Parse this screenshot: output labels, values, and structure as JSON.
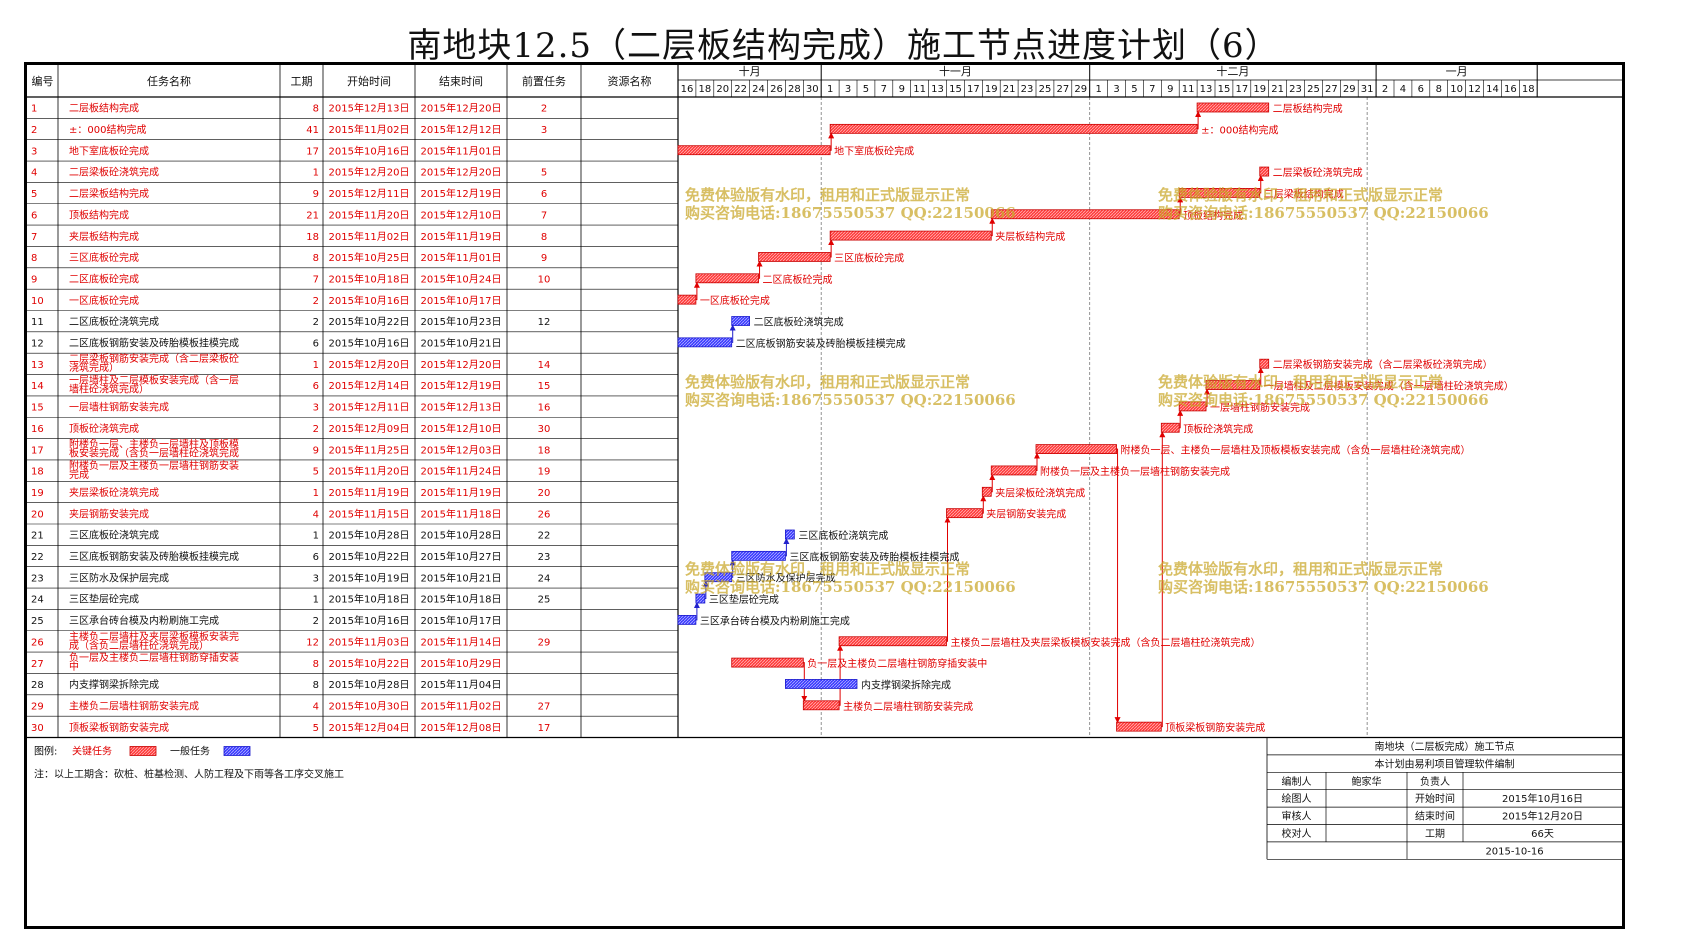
{
  "title": "南地块12.5（二层板结构完成）施工节点进度计划（6）",
  "colors": {
    "critical": "#ff3b3b",
    "general": "#3333ff",
    "text_critical": "#e00000",
    "text_general": "#111111"
  },
  "table": {
    "headers": {
      "id": "编号",
      "name": "任务名称",
      "duration": "工期",
      "start": "开始时间",
      "end": "结束时间",
      "pred": "前置任务",
      "resource": "资源名称"
    }
  },
  "timeline": {
    "months": [
      {
        "label": "十月",
        "days": [
          "16",
          "18",
          "20",
          "22",
          "24",
          "26",
          "28",
          "30"
        ]
      },
      {
        "label": "十一月",
        "days": [
          "1",
          "3",
          "5",
          "7",
          "9",
          "11",
          "13",
          "15",
          "17",
          "19",
          "21",
          "23",
          "25",
          "27",
          "29"
        ]
      },
      {
        "label": "十二月",
        "days": [
          "1",
          "3",
          "5",
          "7",
          "9",
          "11",
          "13",
          "15",
          "17",
          "19",
          "21",
          "23",
          "25",
          "27",
          "29",
          "31"
        ]
      },
      {
        "label": "一月",
        "days": [
          "2",
          "4",
          "6",
          "8",
          "10",
          "12",
          "14",
          "16",
          "18"
        ]
      }
    ]
  },
  "chart_data": {
    "type": "gantt",
    "x_start": "2015-10-16",
    "x_end": "2016-01-19",
    "tasks": [
      {
        "id": "1",
        "name": "二层板结构完成",
        "duration": "8",
        "start": "2015年12月13日",
        "end": "2015年12月20日",
        "pred": "2",
        "critical": true,
        "s": "2015-12-13",
        "e": "2015-12-20"
      },
      {
        "id": "2",
        "name": "±：000结构完成",
        "duration": "41",
        "start": "2015年11月02日",
        "end": "2015年12月12日",
        "pred": "3",
        "critical": true,
        "s": "2015-11-02",
        "e": "2015-12-12"
      },
      {
        "id": "3",
        "name": "地下室底板砼完成",
        "duration": "17",
        "start": "2015年10月16日",
        "end": "2015年11月01日",
        "pred": "",
        "critical": true,
        "s": "2015-10-16",
        "e": "2015-11-01"
      },
      {
        "id": "4",
        "name": "二层梁板砼浇筑完成",
        "duration": "1",
        "start": "2015年12月20日",
        "end": "2015年12月20日",
        "pred": "5",
        "critical": true,
        "s": "2015-12-20",
        "e": "2015-12-20"
      },
      {
        "id": "5",
        "name": "二层梁板结构完成",
        "duration": "9",
        "start": "2015年12月11日",
        "end": "2015年12月19日",
        "pred": "6",
        "critical": true,
        "s": "2015-12-11",
        "e": "2015-12-19"
      },
      {
        "id": "6",
        "name": "顶板结构完成",
        "duration": "21",
        "start": "2015年11月20日",
        "end": "2015年12月10日",
        "pred": "7",
        "critical": true,
        "s": "2015-11-20",
        "e": "2015-12-10"
      },
      {
        "id": "7",
        "name": "夹层板结构完成",
        "duration": "18",
        "start": "2015年11月02日",
        "end": "2015年11月19日",
        "pred": "8",
        "critical": true,
        "s": "2015-11-02",
        "e": "2015-11-19"
      },
      {
        "id": "8",
        "name": "三区底板砼完成",
        "duration": "8",
        "start": "2015年10月25日",
        "end": "2015年11月01日",
        "pred": "9",
        "critical": true,
        "s": "2015-10-25",
        "e": "2015-11-01"
      },
      {
        "id": "9",
        "name": "二区底板砼完成",
        "duration": "7",
        "start": "2015年10月18日",
        "end": "2015年10月24日",
        "pred": "10",
        "critical": true,
        "s": "2015-10-18",
        "e": "2015-10-24"
      },
      {
        "id": "10",
        "name": "一区底板砼完成",
        "duration": "2",
        "start": "2015年10月16日",
        "end": "2015年10月17日",
        "pred": "",
        "critical": true,
        "s": "2015-10-16",
        "e": "2015-10-17"
      },
      {
        "id": "11",
        "name": "二区底板砼浇筑完成",
        "duration": "2",
        "start": "2015年10月22日",
        "end": "2015年10月23日",
        "pred": "12",
        "critical": false,
        "s": "2015-10-22",
        "e": "2015-10-23"
      },
      {
        "id": "12",
        "name": "二区底板钢筋安装及砖胎模板挂模完成",
        "duration": "6",
        "start": "2015年10月16日",
        "end": "2015年10月21日",
        "pred": "",
        "critical": false,
        "s": "2015-10-16",
        "e": "2015-10-21"
      },
      {
        "id": "13",
        "name": "二层梁板钢筋安装完成（含二层梁板砼浇筑完成）",
        "duration": "1",
        "start": "2015年12月20日",
        "end": "2015年12月20日",
        "pred": "14",
        "critical": true,
        "s": "2015-12-20",
        "e": "2015-12-20"
      },
      {
        "id": "14",
        "name": "一层墙柱及二层模板安装完成（含一层墙柱砼浇筑完成）",
        "duration": "6",
        "start": "2015年12月14日",
        "end": "2015年12月19日",
        "pred": "15",
        "critical": true,
        "s": "2015-12-14",
        "e": "2015-12-19"
      },
      {
        "id": "15",
        "name": "一层墙柱钢筋安装完成",
        "duration": "3",
        "start": "2015年12月11日",
        "end": "2015年12月13日",
        "pred": "16",
        "critical": true,
        "s": "2015-12-11",
        "e": "2015-12-13"
      },
      {
        "id": "16",
        "name": "顶板砼浇筑完成",
        "duration": "2",
        "start": "2015年12月09日",
        "end": "2015年12月10日",
        "pred": "30",
        "critical": true,
        "s": "2015-12-09",
        "e": "2015-12-10"
      },
      {
        "id": "17",
        "name": "附楼负一层、主楼负一层墙柱及顶板模板安装完成（含负一层墙柱砼浇筑完成）",
        "duration": "9",
        "start": "2015年11月25日",
        "end": "2015年12月03日",
        "pred": "18",
        "critical": true,
        "s": "2015-11-25",
        "e": "2015-12-03"
      },
      {
        "id": "18",
        "name": "附楼负一层及主楼负一层墙柱钢筋安装完成",
        "duration": "5",
        "start": "2015年11月20日",
        "end": "2015年11月24日",
        "pred": "19",
        "critical": true,
        "s": "2015-11-20",
        "e": "2015-11-24"
      },
      {
        "id": "19",
        "name": "夹层梁板砼浇筑完成",
        "duration": "1",
        "start": "2015年11月19日",
        "end": "2015年11月19日",
        "pred": "20",
        "critical": true,
        "s": "2015-11-19",
        "e": "2015-11-19"
      },
      {
        "id": "20",
        "name": "夹层钢筋安装完成",
        "duration": "4",
        "start": "2015年11月15日",
        "end": "2015年11月18日",
        "pred": "26",
        "critical": true,
        "s": "2015-11-15",
        "e": "2015-11-18"
      },
      {
        "id": "21",
        "name": "三区底板砼浇筑完成",
        "duration": "1",
        "start": "2015年10月28日",
        "end": "2015年10月28日",
        "pred": "22",
        "critical": false,
        "s": "2015-10-28",
        "e": "2015-10-28"
      },
      {
        "id": "22",
        "name": "三区底板钢筋安装及砖胎模板挂模完成",
        "duration": "6",
        "start": "2015年10月22日",
        "end": "2015年10月27日",
        "pred": "23",
        "critical": false,
        "s": "2015-10-22",
        "e": "2015-10-27"
      },
      {
        "id": "23",
        "name": "三区防水及保护层完成",
        "duration": "3",
        "start": "2015年10月19日",
        "end": "2015年10月21日",
        "pred": "24",
        "critical": false,
        "s": "2015-10-19",
        "e": "2015-10-21"
      },
      {
        "id": "24",
        "name": "三区垫层砼完成",
        "duration": "1",
        "start": "2015年10月18日",
        "end": "2015年10月18日",
        "pred": "25",
        "critical": false,
        "s": "2015-10-18",
        "e": "2015-10-18"
      },
      {
        "id": "25",
        "name": "三区承台砖台模及内粉刷施工完成",
        "duration": "2",
        "start": "2015年10月16日",
        "end": "2015年10月17日",
        "pred": "",
        "critical": false,
        "s": "2015-10-16",
        "e": "2015-10-17"
      },
      {
        "id": "26",
        "name": "主楼负二层墙柱及夹层梁板模板安装完成（含负二层墙柱砼浇筑完成）",
        "duration": "12",
        "start": "2015年11月03日",
        "end": "2015年11月14日",
        "pred": "29",
        "critical": true,
        "s": "2015-11-03",
        "e": "2015-11-14"
      },
      {
        "id": "27",
        "name": "负一层及主楼负二层墙柱钢筋穿插安装中",
        "duration": "8",
        "start": "2015年10月22日",
        "end": "2015年10月29日",
        "pred": "",
        "critical": true,
        "s": "2015-10-22",
        "e": "2015-10-29"
      },
      {
        "id": "28",
        "name": "内支撑钢梁拆除完成",
        "duration": "8",
        "start": "2015年10月28日",
        "end": "2015年11月04日",
        "pred": "",
        "critical": false,
        "s": "2015-10-28",
        "e": "2015-11-04"
      },
      {
        "id": "29",
        "name": "主楼负二层墙柱钢筋安装完成",
        "duration": "4",
        "start": "2015年10月30日",
        "end": "2015年11月02日",
        "pred": "27",
        "critical": true,
        "s": "2015-10-30",
        "e": "2015-11-02"
      },
      {
        "id": "30",
        "name": "顶板梁板钢筋安装完成",
        "duration": "5",
        "start": "2015年12月04日",
        "end": "2015年12月08日",
        "pred": "17",
        "critical": true,
        "s": "2015-12-04",
        "e": "2015-12-08"
      }
    ]
  },
  "legend": {
    "label": "图例:",
    "critical": "关键任务",
    "general": "一般任务"
  },
  "note": "注：以上工期含：砍桩、桩基检测、人防工程及下雨等各工序交叉施工",
  "info_box": {
    "title": "南地块（二层板完成）施工节点",
    "subtitle": "本计划由易利项目管理软件编制",
    "editor_label": "编制人",
    "editor": "鲍家华",
    "owner_label": "负责人",
    "owner": "",
    "drawer_label": "绘图人",
    "drawer": "",
    "start_label": "开始时间",
    "start": "2015年10月16日",
    "reviewer_label": "审核人",
    "reviewer": "",
    "end_label": "结束时间",
    "end": "2015年12月20日",
    "checker_label": "校对人",
    "checker": "",
    "duration_label": "工期",
    "duration": "66天",
    "date": "2015-10-16"
  },
  "watermark": {
    "line1": "免费体验版有水印，租用和正式版显示正常",
    "line2": "购买咨询电话:18675550537 QQ:22150066"
  }
}
